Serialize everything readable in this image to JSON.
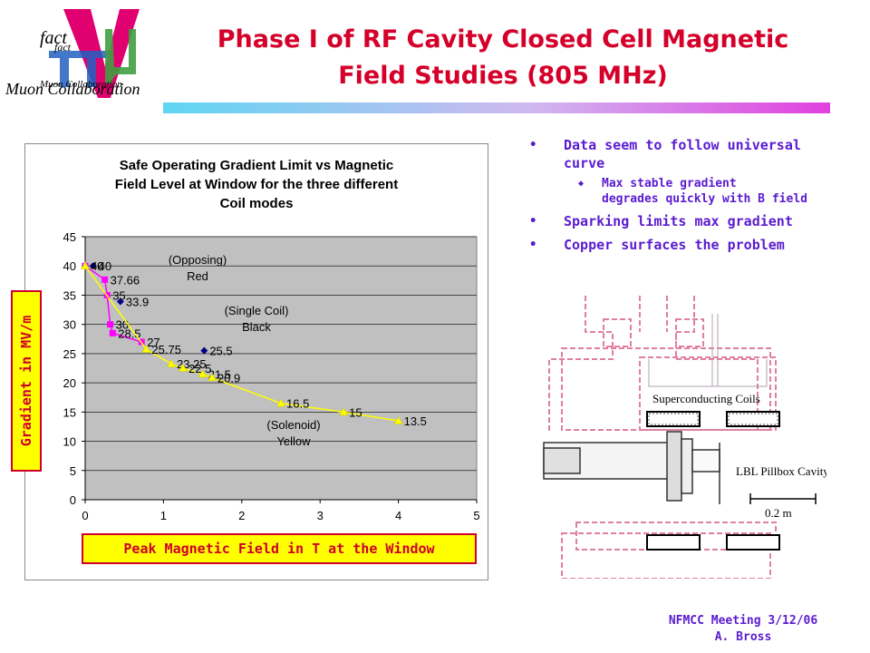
{
  "title": {
    "line1": "Phase I of RF Cavity Closed Cell Magnetic",
    "line2": "Field Studies (805 MHz)"
  },
  "logo": {
    "word1": "fact",
    "word2": "fact",
    "word3": "Muon Collaboration",
    "word4": "Muon Collaboration"
  },
  "chart_labels": {
    "y_axis_label": "Gradient in MV/m",
    "x_axis_label": "Peak Magnetic Field in T at the Window",
    "ann_red_1": "(Opposing)",
    "ann_red_2": "Red",
    "ann_black_1": "(Single Coil)",
    "ann_black_2": "Black",
    "ann_yellow_1": "(Solenoid)",
    "ann_yellow_2": "Yellow"
  },
  "chart_data": {
    "type": "scatter",
    "title": "Safe Operating Gradient Limit vs  Magnetic Field Level at Window for the three different Coil modes",
    "title_lines": [
      "Safe Operating Gradient Limit vs  Magnetic",
      "Field Level at Window for the three different",
      "Coil modes"
    ],
    "xlabel": "Peak Magnetic Field in T at the Window",
    "ylabel": "Gradient in MV/m",
    "xlim": [
      0,
      5
    ],
    "ylim": [
      0,
      45
    ],
    "x_ticks": [
      0,
      1,
      2,
      3,
      4,
      5
    ],
    "y_ticks": [
      0,
      5,
      10,
      15,
      20,
      25,
      30,
      35,
      40,
      45
    ],
    "grid": true,
    "legend": "none",
    "series": [
      {
        "color": "#ff00ff",
        "marker": "square",
        "connected": true,
        "points": [
          {
            "x": 0,
            "y": 40,
            "label": "40"
          },
          {
            "x": 0.25,
            "y": 37.66,
            "label": "37.66"
          },
          {
            "x": 0.28,
            "y": 35,
            "label": "35"
          },
          {
            "x": 0.32,
            "y": 30,
            "label": "30"
          },
          {
            "x": 0.35,
            "y": 28.5,
            "label": "28.5"
          },
          {
            "x": 0.72,
            "y": 27,
            "label": "27"
          }
        ]
      },
      {
        "color": "#000080",
        "marker": "diamond",
        "connected": false,
        "points": [
          {
            "x": 0.1,
            "y": 40,
            "label": "40"
          },
          {
            "x": 0.45,
            "y": 33.9,
            "label": "33.9"
          },
          {
            "x": 1.52,
            "y": 25.5,
            "label": "25.5"
          }
        ]
      },
      {
        "color": "#ffff00",
        "marker": "triangle",
        "connected": true,
        "points": [
          {
            "x": 0,
            "y": 40,
            "label": "40"
          },
          {
            "x": 0.78,
            "y": 25.75,
            "label": "25.75"
          },
          {
            "x": 1.1,
            "y": 23.25,
            "label": "23.25"
          },
          {
            "x": 1.25,
            "y": 22.5,
            "label": "22.5"
          },
          {
            "x": 1.5,
            "y": 21.5,
            "label": "21.5"
          },
          {
            "x": 1.62,
            "y": 20.9,
            "label": "20.9"
          },
          {
            "x": 2.5,
            "y": 16.5,
            "label": "16.5"
          },
          {
            "x": 3.3,
            "y": 15,
            "label": "15"
          },
          {
            "x": 4.0,
            "y": 13.5,
            "label": "13.5"
          }
        ]
      }
    ]
  },
  "bullets": [
    {
      "text": "Data seem to follow universal curve",
      "lines": [
        "Data seem to follow universal",
        "curve"
      ],
      "sub": [
        {
          "text": "Max stable gradient degrades quickly with B field",
          "lines": [
            "Max stable gradient",
            "degrades quickly with B field"
          ]
        }
      ]
    },
    {
      "text": "Sparking limits max gradient",
      "lines": [
        "Sparking limits max gradient"
      ],
      "sub": []
    },
    {
      "text": "Copper surfaces the problem",
      "lines": [
        "Copper surfaces the problem"
      ],
      "sub": []
    }
  ],
  "diagram": {
    "coils_label": "Superconducting Coils",
    "cavity_label": "LBL Pillbox Cavity",
    "scale_label": "0.2 m"
  },
  "footer": {
    "line1": "NFMCC Meeting 3/12/06",
    "line2": "A. Bross"
  },
  "colors": {
    "title": "#d4002a",
    "bullet_text": "#5a1bd0",
    "plot_area": "#c0c0c0",
    "red_series": "#ff00ff",
    "black_series": "#000080",
    "yellow_series": "#ffff00",
    "label_box_fill": "#ffff00",
    "label_box_border": "#d0002a"
  }
}
